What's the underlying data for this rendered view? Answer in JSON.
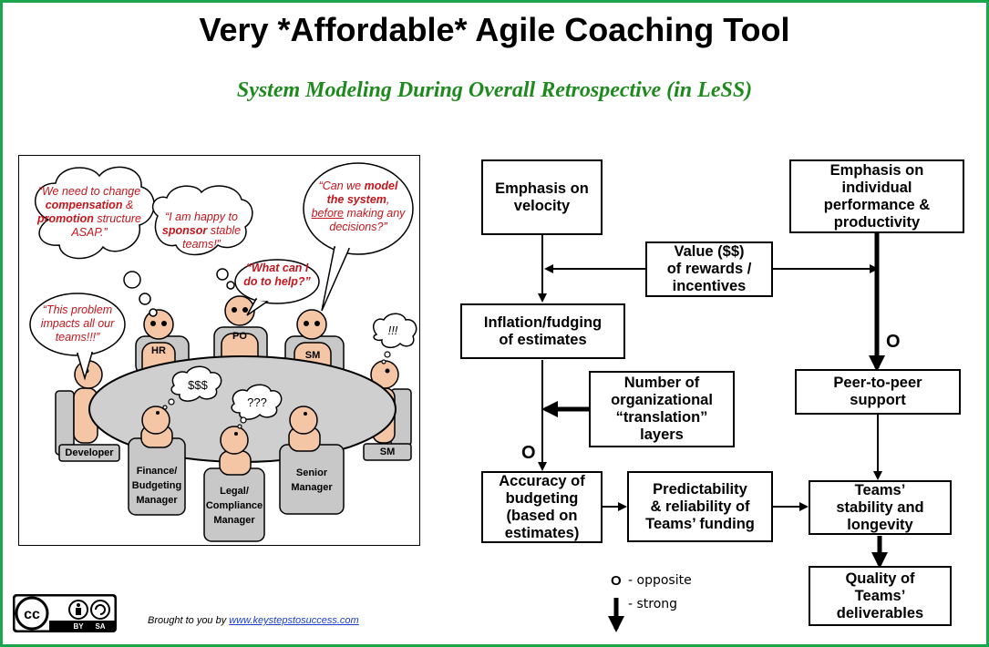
{
  "title": "Very *Affordable* Agile Coaching Tool",
  "subtitle": "System Modeling During Overall Retrospective (in LeSS)",
  "scene": {
    "bubbles": {
      "b1_pre": "“We need to change ",
      "b1_b1": "compensation",
      "b1_mid": " & ",
      "b1_b2": "promotion",
      "b1_post": " structure ASAP.”",
      "b2_pre": "“I am happy to ",
      "b2_b": "sponsor",
      "b2_post": " stable teams!”",
      "b3_pre": "“Can we ",
      "b3_b1": "model the system",
      "b3_mid": ", ",
      "b3_u": "before",
      "b3_post": " making any decisions?”",
      "b4": "“What can I do to help?”",
      "b5": "“This problem impacts all our teams!!!”",
      "b6": "!!!",
      "t1": "$$$",
      "t2": "???"
    },
    "labels": {
      "hr": "HR",
      "po": "PO",
      "sm_top": "SM",
      "sm_right": "SM",
      "developer": "Developer",
      "finance": "Finance/\nBudgeting\nManager",
      "legal": "Legal/\nCompliance\nManager",
      "senior": "Senior\nManager"
    }
  },
  "diagram": {
    "nodes": {
      "velocity": "Emphasis on\nvelocity",
      "individual": "Emphasis on\nindividual\nperformance &\nproductivity",
      "value": "Value ($$)\nof rewards /\nincentives",
      "inflation": "Inflation/fudging\nof estimates",
      "layers": "Number of\norganizational\n“translation”\nlayers",
      "peer": "Peer-to-peer\nsupport",
      "accuracy": "Accuracy of\nbudgeting\n(based on\nestimates)",
      "predictability": "Predictability\n& reliability of\nTeams’ funding",
      "stability": "Teams’\nstability and\nlongevity",
      "quality": "Quality of\nTeams’\ndeliverables"
    },
    "opposite_marks": [
      "O",
      "O"
    ],
    "legend": {
      "o_symbol": "O",
      "o_text": "- opposite",
      "strong_text": "- strong"
    }
  },
  "footer": {
    "prefix": "Brought to you by ",
    "link": "www.keystepstosuccess.com"
  },
  "license": {
    "cc": "cc",
    "by": "BY",
    "sa": "SA"
  }
}
